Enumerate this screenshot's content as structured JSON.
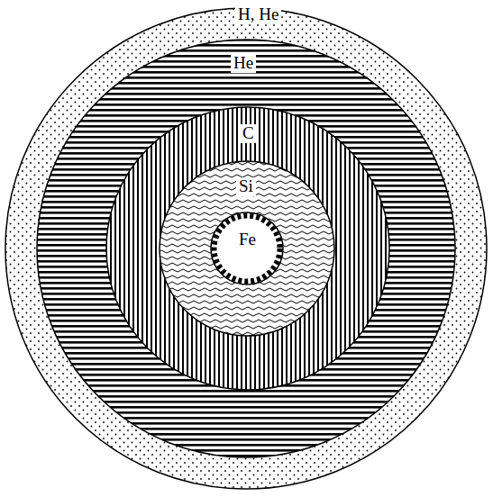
{
  "diagram": {
    "nodes": [
      {
        "text": [
          "H, He"
        ]
      },
      {
        "text": [
          "He"
        ],
        "in": 0
      },
      {
        "text": [
          "C"
        ],
        "in": 1
      },
      {
        "text": [
          "Si"
        ],
        "in": 2
      },
      {
        "text": [
          "Fe"
        ],
        "in": 3
      }
    ]
  }
}
